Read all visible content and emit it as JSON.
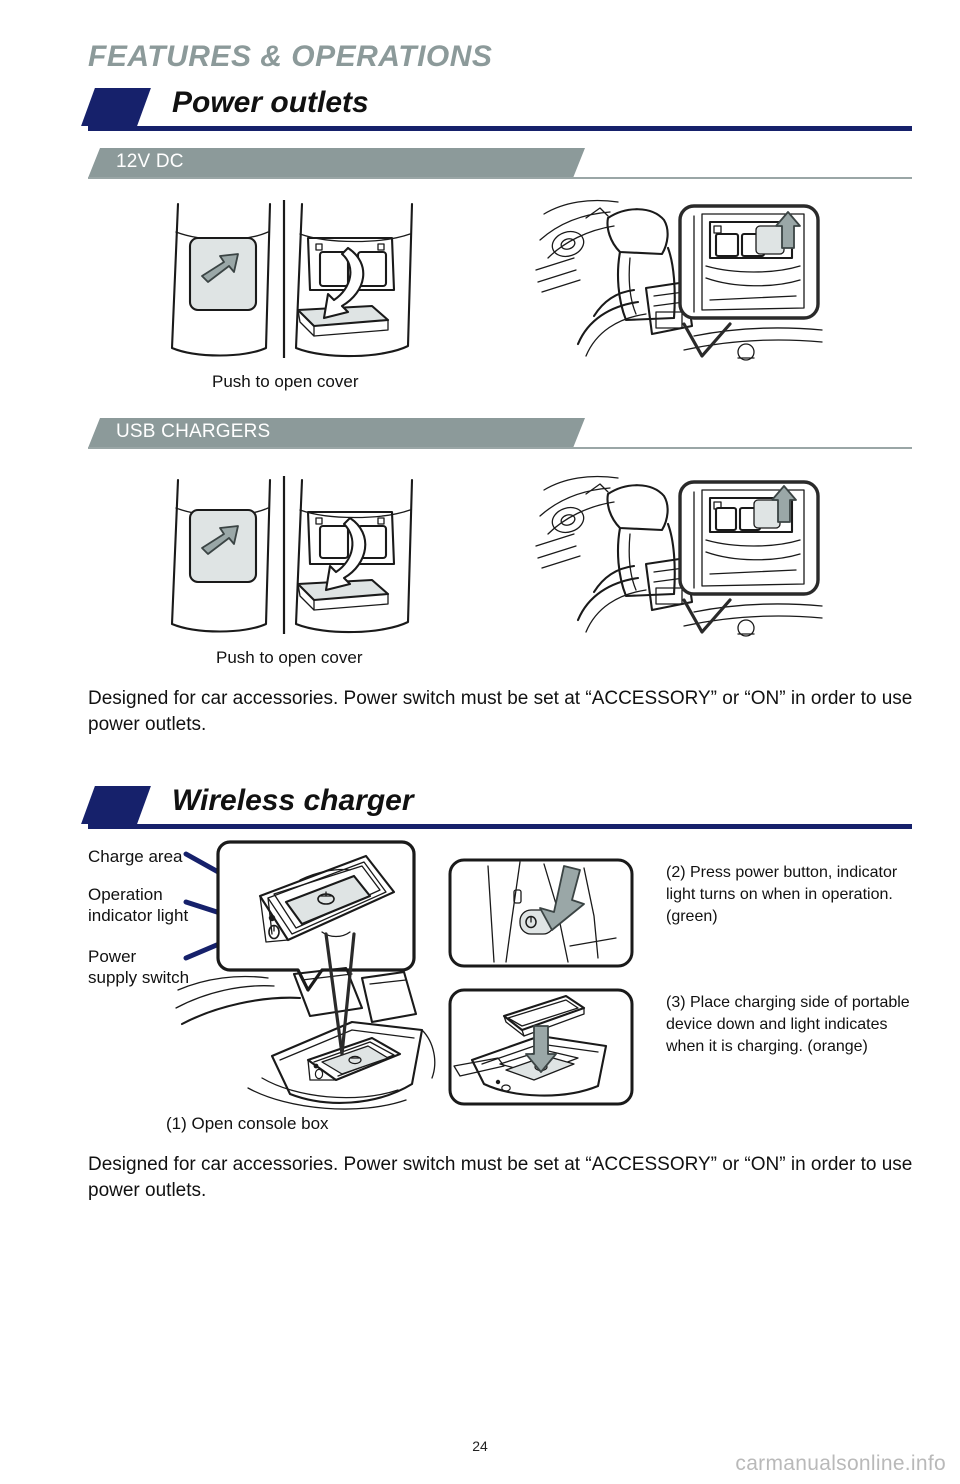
{
  "document": {
    "running_head": "FEATURES & OPERATIONS",
    "page_number": "24",
    "watermark": "carmanualsonline.info",
    "accent_navy": "#16216b",
    "band_gray": "#8c9a9a",
    "head_gray": "#8c9a9a"
  },
  "sections": [
    {
      "title": "Power outlets",
      "bands": [
        {
          "label": "12V DC",
          "caption": "Push to open cover"
        },
        {
          "label": "USB CHARGERS",
          "caption": "Push to open cover"
        }
      ],
      "body": "Designed for car accessories. Power switch must be set at “ACCESSORY” or “ON” in order to use power outlets."
    },
    {
      "title": "Wireless charger",
      "labels": [
        {
          "text": "Charge area"
        },
        {
          "text": "Operation\nindicator light"
        },
        {
          "text": "Power\nsupply switch"
        }
      ],
      "steps": [
        {
          "text": "(1) Open console box"
        },
        {
          "text": "(2) Press power button, indicator light turns on when in operation. (green)"
        },
        {
          "text": "(3) Place charging side of portable device down and light indicates when it is charging. (orange)"
        }
      ],
      "body": "Designed for car accessories. Power switch must be set at “ACCESSORY” or “ON” in order to use power outlets."
    }
  ]
}
